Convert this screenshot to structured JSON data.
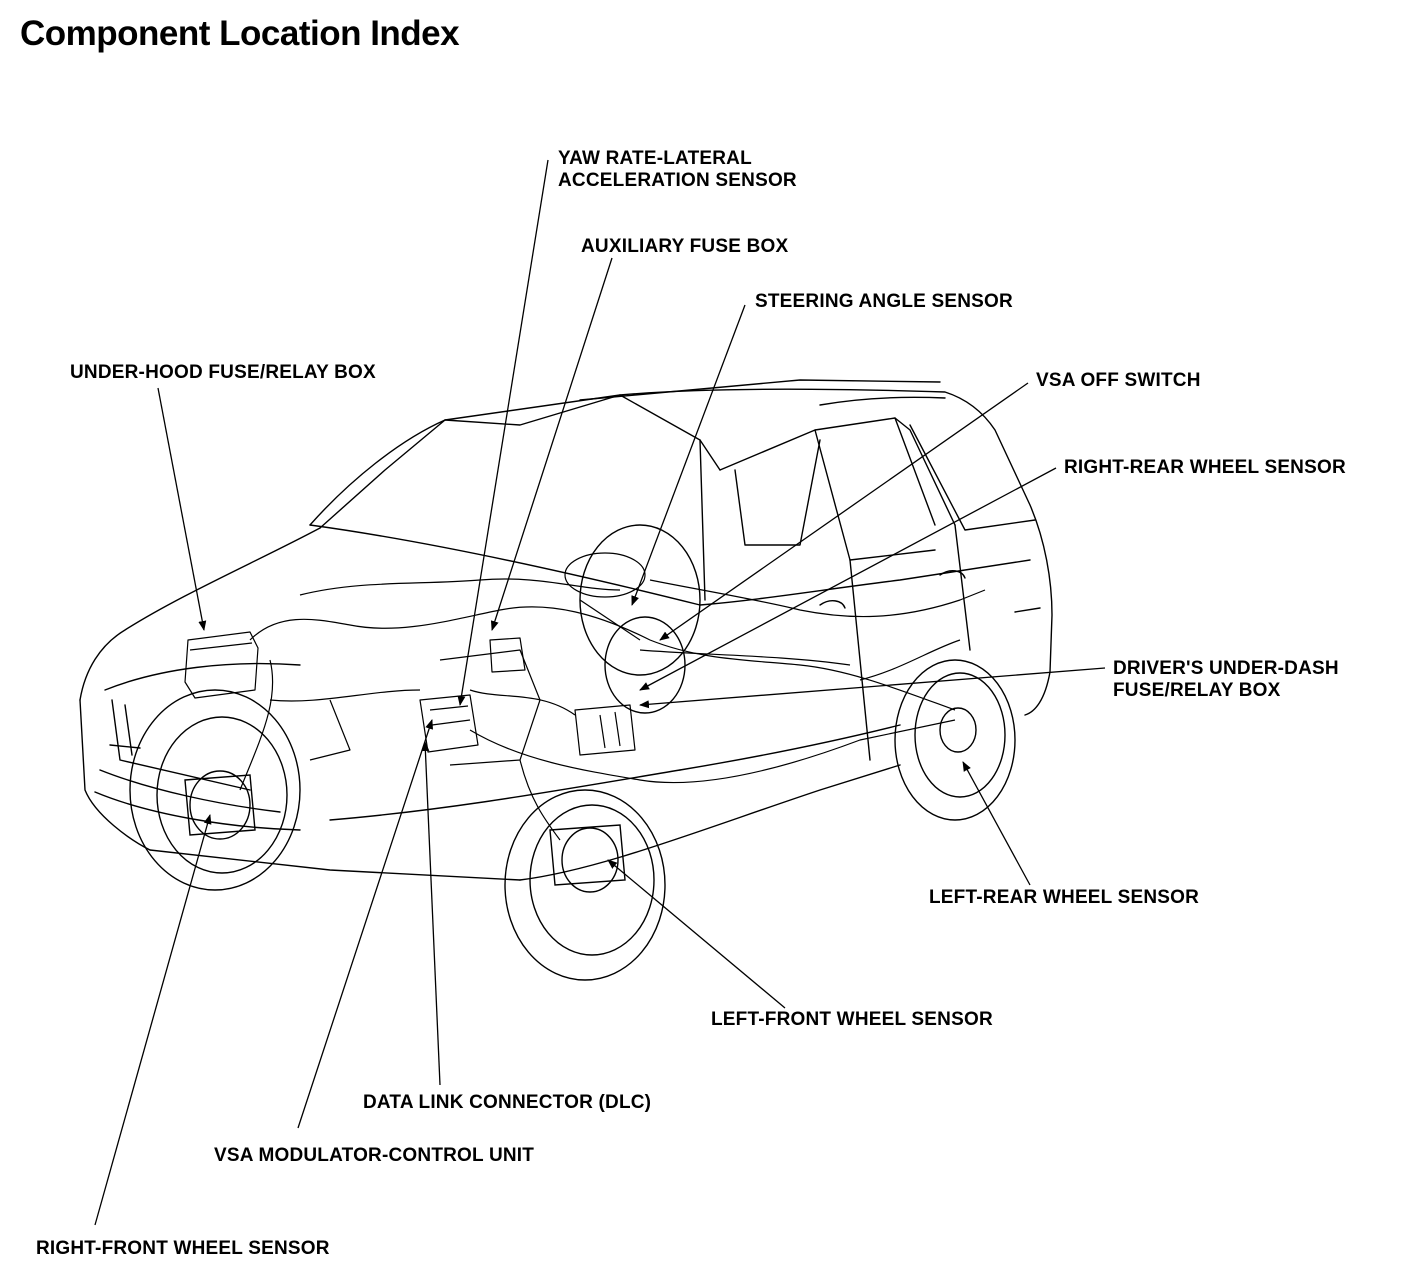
{
  "title": "Component Location Index",
  "labels": {
    "yaw_rate": [
      "YAW RATE-LATERAL",
      "ACCELERATION SENSOR"
    ],
    "auxiliary_fuse_box": "AUXILIARY FUSE BOX",
    "steering_angle_sensor": "STEERING ANGLE SENSOR",
    "under_hood_fuse_relay_box": "UNDER-HOOD FUSE/RELAY BOX",
    "vsa_off_switch": "VSA OFF SWITCH",
    "right_rear_wheel_sensor": "RIGHT-REAR WHEEL SENSOR",
    "drivers_under_dash": [
      "DRIVER'S UNDER-DASH",
      "FUSE/RELAY BOX"
    ],
    "left_rear_wheel_sensor": "LEFT-REAR WHEEL SENSOR",
    "left_front_wheel_sensor": "LEFT-FRONT WHEEL SENSOR",
    "data_link_connector": "DATA LINK CONNECTOR (DLC)",
    "vsa_modulator": "VSA MODULATOR-CONTROL UNIT",
    "right_front_wheel_sensor": "RIGHT-FRONT WHEEL SENSOR"
  }
}
